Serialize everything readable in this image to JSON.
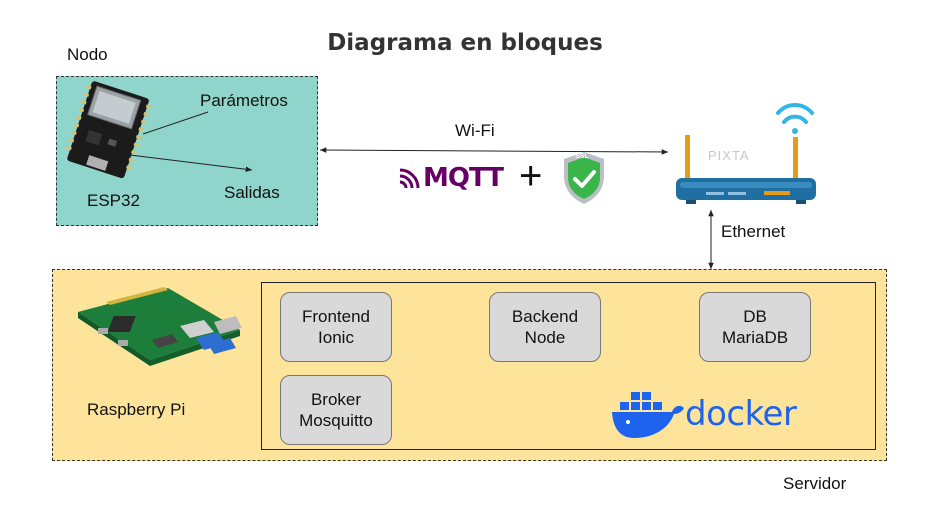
{
  "title": "Diagrama en bloques",
  "nodo": {
    "group_label": "Nodo",
    "device_label": "ESP32",
    "params_label": "Parámetros",
    "outputs_label": "Salidas"
  },
  "link": {
    "wifi_label": "Wi-Fi",
    "mqtt_label": "MQTT",
    "plus": "+",
    "ssl_label": "SSL",
    "ethernet_label": "Ethernet",
    "watermark": "PIXTA"
  },
  "servidor": {
    "group_label": "Servidor",
    "device_label": "Raspberry Pi",
    "docker_label": "docker",
    "blocks": {
      "frontend": [
        "Frontend",
        "Ionic"
      ],
      "backend": [
        "Backend",
        "Node"
      ],
      "db": [
        "DB",
        "MariaDB"
      ],
      "broker": [
        "Broker",
        "Mosquitto"
      ]
    }
  },
  "colors": {
    "node_bg": "#8fd5cb",
    "server_bg": "#fde49a",
    "block_bg": "#d9d9d9",
    "mqtt": "#660066",
    "docker": "#1d63ed",
    "router": "#1f6fa3",
    "ssl": "#3ab54a"
  }
}
